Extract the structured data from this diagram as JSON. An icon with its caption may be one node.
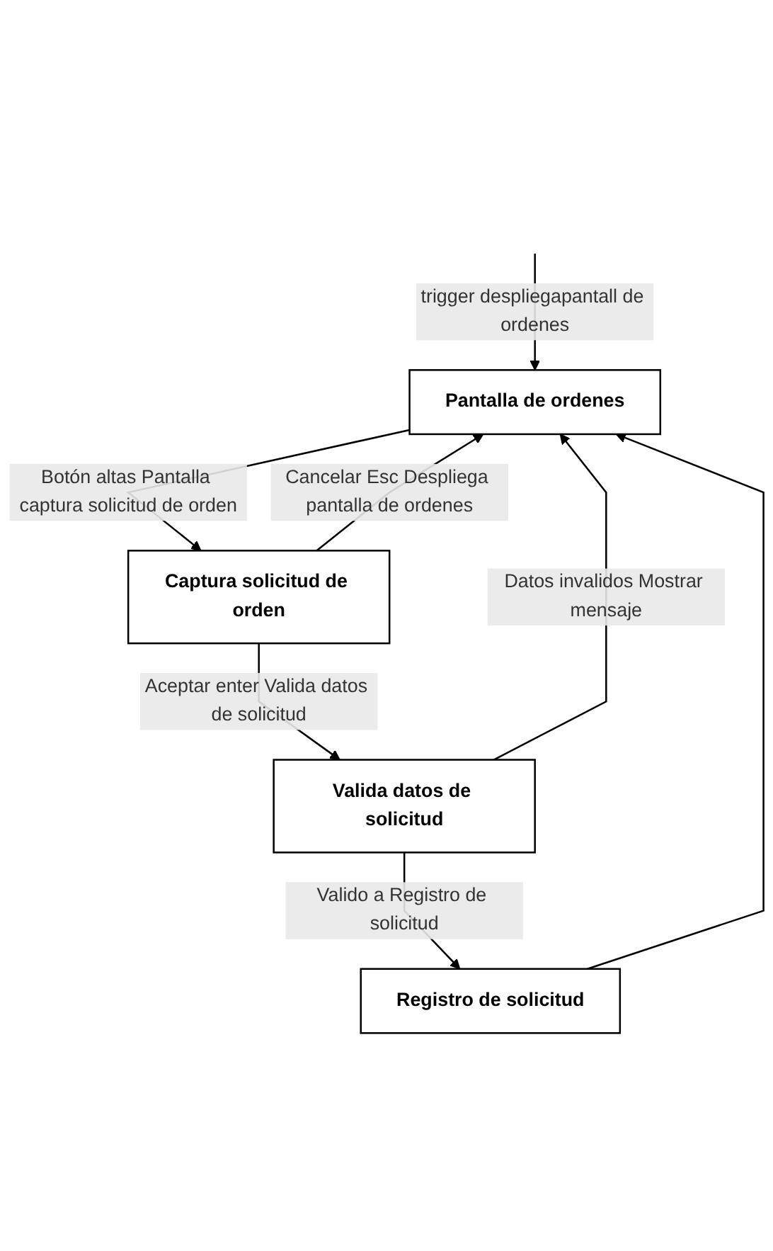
{
  "diagram": {
    "nodes": [
      {
        "text": [
          "Pantalla de ordenes"
        ]
      },
      {
        "text": [
          "Captura solicitud de orden"
        ]
      },
      {
        "text": [
          "Valida datos de solicitud"
        ]
      },
      {
        "text": [
          "Registro de solicitud"
        ]
      }
    ],
    "edges": [
      {
        "from": null,
        "to": 0,
        "arrow": "to",
        "label": "trigger despliegapantall de ordenes"
      },
      {
        "from": 0,
        "to": 1,
        "arrow": "to",
        "label": "Botón altas Pantalla captura solicitud de orden"
      },
      {
        "from": 1,
        "to": 0,
        "arrow": "to",
        "label": "Cancelar Esc Despliega pantalla de ordenes"
      },
      {
        "from": 1,
        "to": 2,
        "arrow": "to",
        "label": "Aceptar enter Valida datos de solicitud"
      },
      {
        "from": 2,
        "to": 0,
        "arrow": "to",
        "label": "Datos invalidos Mostrar mensaje"
      },
      {
        "from": 2,
        "to": 3,
        "arrow": "to",
        "label": "Valido a Registro de solicitud"
      },
      {
        "from": 3,
        "to": 0,
        "arrow": "to"
      }
    ]
  }
}
